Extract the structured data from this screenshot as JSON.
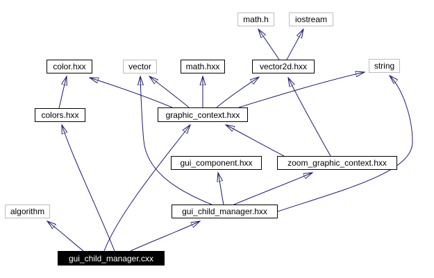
{
  "diagram": {
    "kind": "include-dependency-graph",
    "colors": {
      "background": "#ffffff",
      "edge": "#191970",
      "internal_node_border": "#000000",
      "system_node_border": "#bdbdbd",
      "node_background": "#ffffff",
      "focus_node_background": "#000000",
      "focus_node_text": "#ffffff"
    },
    "nodes": [
      {
        "id": "math-h",
        "label": "math.h",
        "kind": "system"
      },
      {
        "id": "iostream",
        "label": "iostream",
        "kind": "system"
      },
      {
        "id": "color-hxx",
        "label": "color.hxx",
        "kind": "internal"
      },
      {
        "id": "vector",
        "label": "vector",
        "kind": "system"
      },
      {
        "id": "math-hxx",
        "label": "math.hxx",
        "kind": "internal"
      },
      {
        "id": "vector2d-hxx",
        "label": "vector2d.hxx",
        "kind": "internal"
      },
      {
        "id": "string",
        "label": "string",
        "kind": "system"
      },
      {
        "id": "colors-hxx",
        "label": "colors.hxx",
        "kind": "internal"
      },
      {
        "id": "graphic-context-hxx",
        "label": "graphic_context.hxx",
        "kind": "internal"
      },
      {
        "id": "gui-component-hxx",
        "label": "gui_component.hxx",
        "kind": "internal"
      },
      {
        "id": "zoom-graphic-context-hxx",
        "label": "zoom_graphic_context.hxx",
        "kind": "internal"
      },
      {
        "id": "algorithm",
        "label": "algorithm",
        "kind": "system"
      },
      {
        "id": "gui-child-manager-hxx",
        "label": "gui_child_manager.hxx",
        "kind": "internal"
      },
      {
        "id": "gui-child-manager-cxx",
        "label": "gui_child_manager.cxx",
        "kind": "focus"
      }
    ],
    "edges": [
      {
        "from": "colors.hxx",
        "to": "color.hxx"
      },
      {
        "from": "graphic_context.hxx",
        "to": "color.hxx"
      },
      {
        "from": "graphic_context.hxx",
        "to": "vector"
      },
      {
        "from": "graphic_context.hxx",
        "to": "math.hxx"
      },
      {
        "from": "graphic_context.hxx",
        "to": "vector2d.hxx"
      },
      {
        "from": "graphic_context.hxx",
        "to": "string"
      },
      {
        "from": "vector2d.hxx",
        "to": "math.h"
      },
      {
        "from": "vector2d.hxx",
        "to": "iostream"
      },
      {
        "from": "zoom_graphic_context.hxx",
        "to": "graphic_context.hxx"
      },
      {
        "from": "zoom_graphic_context.hxx",
        "to": "vector2d.hxx"
      },
      {
        "from": "gui_child_manager.hxx",
        "to": "gui_component.hxx"
      },
      {
        "from": "gui_child_manager.hxx",
        "to": "zoom_graphic_context.hxx"
      },
      {
        "from": "gui_child_manager.hxx",
        "to": "vector"
      },
      {
        "from": "gui_child_manager.hxx",
        "to": "string"
      },
      {
        "from": "gui_child_manager.cxx",
        "to": "algorithm"
      },
      {
        "from": "gui_child_manager.cxx",
        "to": "colors.hxx"
      },
      {
        "from": "gui_child_manager.cxx",
        "to": "graphic_context.hxx"
      },
      {
        "from": "gui_child_manager.cxx",
        "to": "gui_child_manager.hxx"
      }
    ]
  }
}
